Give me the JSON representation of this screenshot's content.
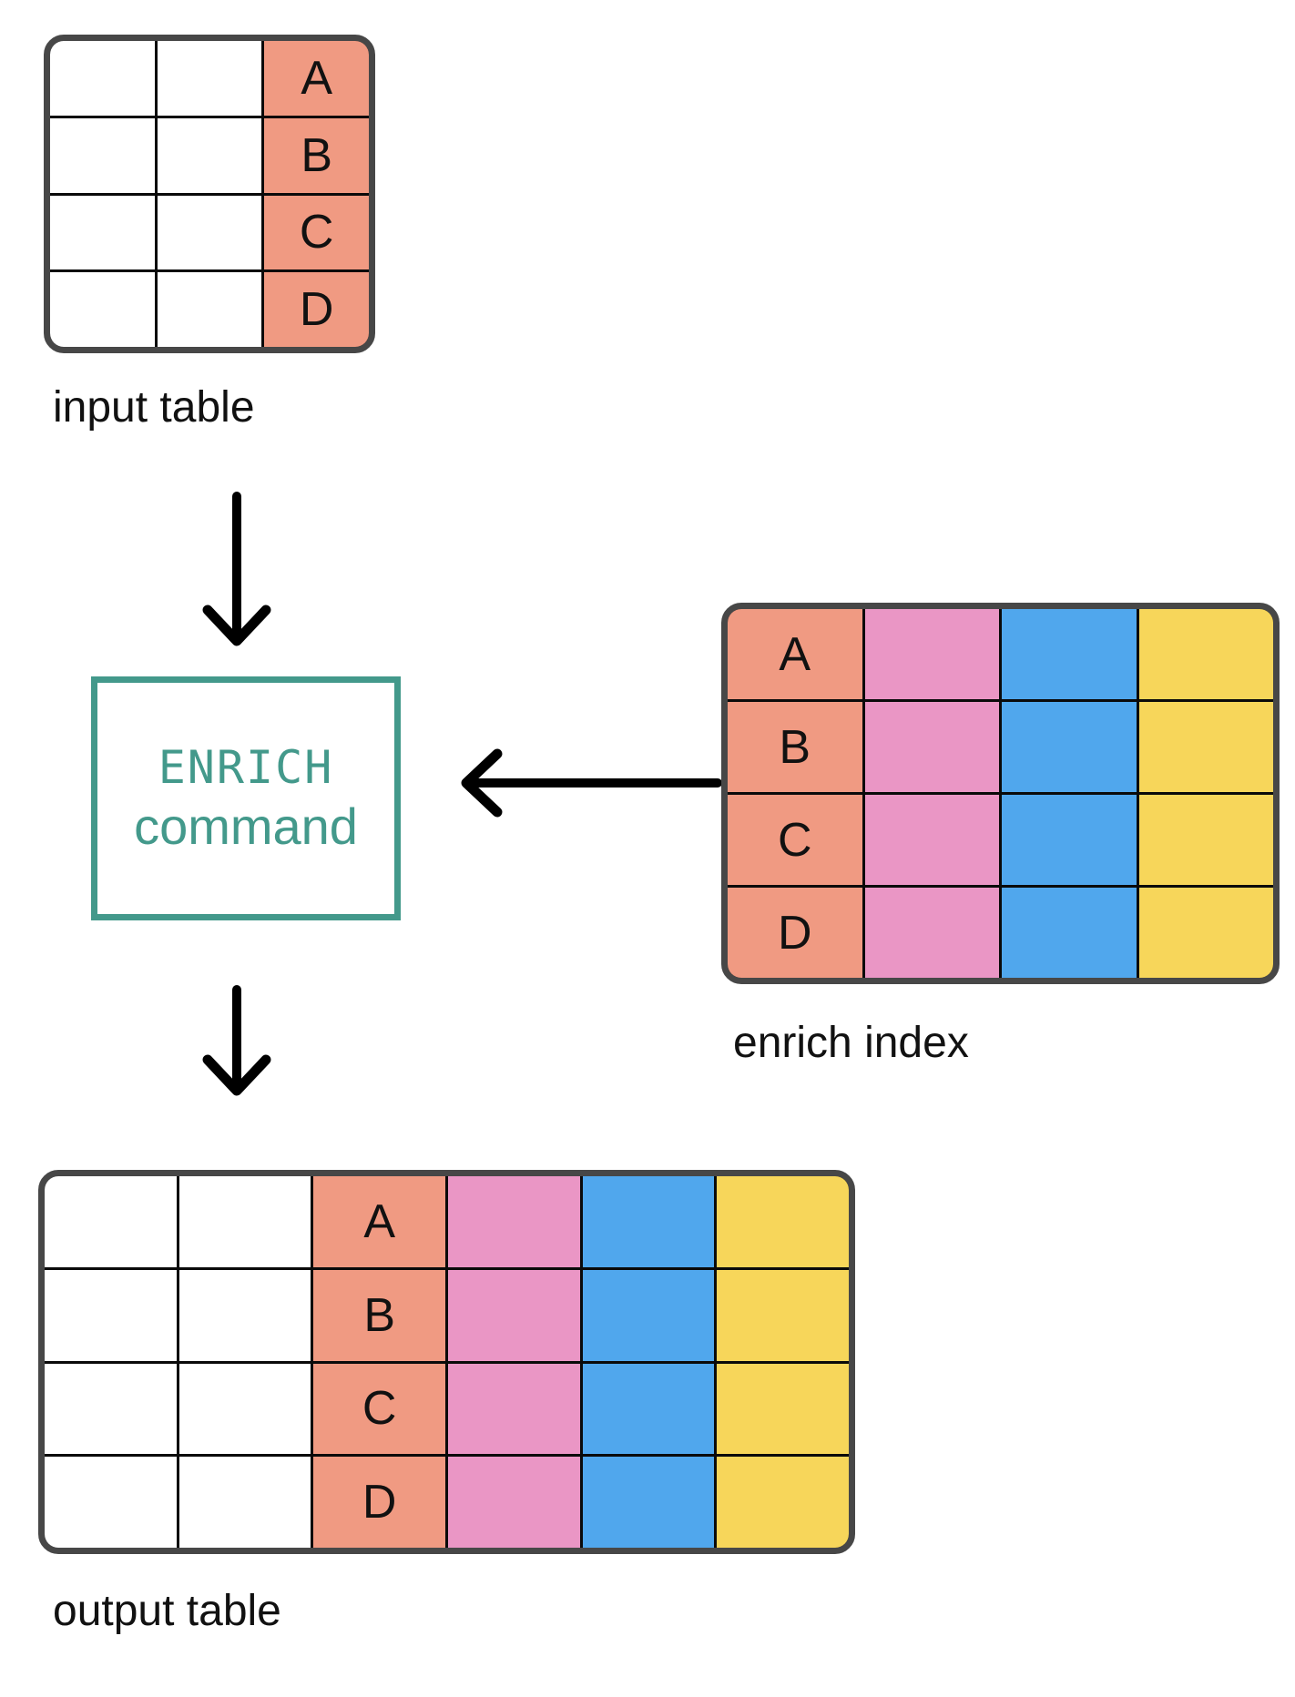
{
  "colors": {
    "salmon": "#F09A82",
    "pink": "#EA96C5",
    "blue": "#50A7ED",
    "yellow": "#F7D65A",
    "white": "#FFFFFF",
    "teal": "#43998B",
    "table_border": "#474747",
    "grid_line": "#0A0A0A",
    "text": "#111111",
    "arrow": "#000000"
  },
  "input_table": {
    "label": "input table",
    "key_letters": [
      "A",
      "B",
      "C",
      "D"
    ],
    "columns": [
      {
        "type": "blank",
        "color": "white"
      },
      {
        "type": "blank",
        "color": "white"
      },
      {
        "type": "key",
        "color": "salmon"
      }
    ]
  },
  "enrich_box": {
    "line1": "ENRICH",
    "line2": "command"
  },
  "enrich_index": {
    "label": "enrich index",
    "key_letters": [
      "A",
      "B",
      "C",
      "D"
    ],
    "columns": [
      {
        "type": "key",
        "color": "salmon"
      },
      {
        "type": "fill",
        "color": "pink"
      },
      {
        "type": "fill",
        "color": "blue"
      },
      {
        "type": "fill",
        "color": "yellow"
      }
    ]
  },
  "output_table": {
    "label": "output table",
    "key_letters": [
      "A",
      "B",
      "C",
      "D"
    ],
    "columns": [
      {
        "type": "blank",
        "color": "white"
      },
      {
        "type": "blank",
        "color": "white"
      },
      {
        "type": "key",
        "color": "salmon"
      },
      {
        "type": "fill",
        "color": "pink"
      },
      {
        "type": "fill",
        "color": "blue"
      },
      {
        "type": "fill",
        "color": "yellow"
      }
    ]
  }
}
